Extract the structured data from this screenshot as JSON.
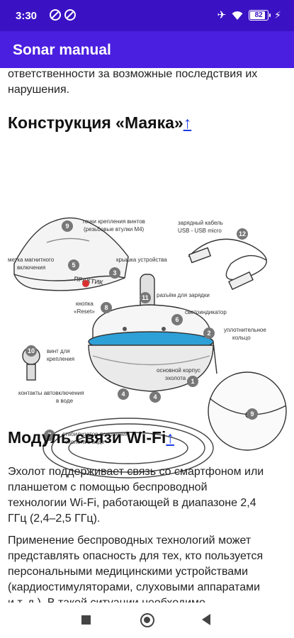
{
  "status_bar": {
    "time": "3:30",
    "battery": "82",
    "battery_level": 0.82,
    "icons": [
      "notification-ring-icon",
      "notification-ring-icon",
      "airplane-mode-icon",
      "wifi-icon",
      "battery-icon",
      "charging-bolt-icon"
    ]
  },
  "app_bar": {
    "title": "Sonar manual"
  },
  "content": {
    "intro": "ответственности за возможные последствия их нарушения.",
    "section1": {
      "title": "Конструкция «Маяка»",
      "up": "↑"
    },
    "diagram_labels": {
      "l9": "точки крепления винтов",
      "l9b": "(резьбовые втулки М4)",
      "l12": "зарядный кабель",
      "l12b": "USB - USB micro",
      "l5": "метка магнитного",
      "l5b": "включения",
      "l3": "крышка устройства",
      "l11": "разъём для зарядки",
      "l8": "кнопка",
      "l8b": "«Reset»",
      "l6": "светоиндикатор",
      "l2": "уплотнительное",
      "l2b": "кольцо",
      "l10": "винт для",
      "l10b": "крепления",
      "l1": "основной корпус",
      "l1b": "эхолота",
      "l4": "контакты автовключения",
      "l4b": "в воде",
      "l7": "стабилизатор положения",
      "l7b": "эхолота в воде",
      "brand": "ПРАКТИК"
    },
    "section2": {
      "title": "Модуль связи Wi-Fi",
      "up": "↑"
    },
    "para1_lines": [
      "Эхолот поддерживает связь со смартфоном или",
      "планшетом с помощью беспроводной",
      "технологии Wi-Fi, работающей в диапазоне 2,4",
      "ГГц (2,4–2,5 ГГц)."
    ],
    "para2_lines": [
      "Применение беспроводных технологий может",
      "представлять опасность для тех, кто пользуется",
      "персональными медицинскими устройствами",
      "(кардиостимуляторами, слуховыми аппаратами",
      "и т. д.). В такой ситуации необходимо"
    ]
  },
  "nav_bar": {
    "icons": [
      "recents-square-icon",
      "home-circle-icon",
      "back-triangle-icon"
    ]
  }
}
